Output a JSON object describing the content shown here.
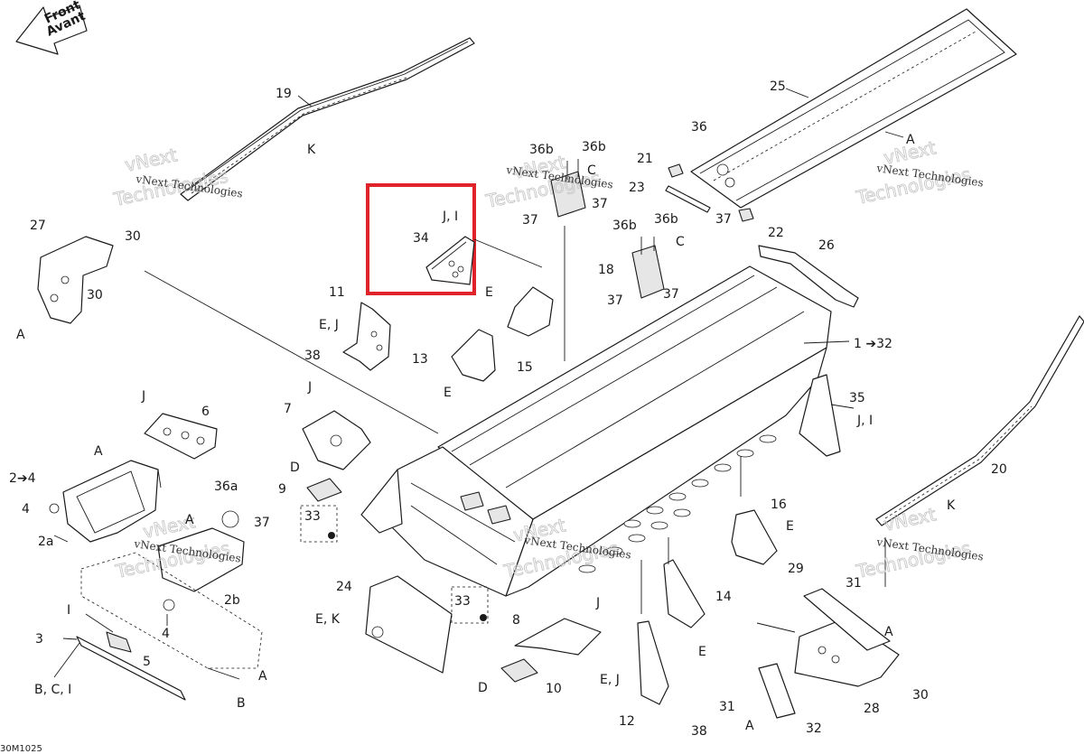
{
  "direction_arrow": {
    "line1": "Front",
    "line2": "Avant"
  },
  "figure_code": "30M1025",
  "highlight_color": "#e0232b",
  "watermark": {
    "line1": "vNext",
    "line2": "Technologies",
    "small": "vNext Technologies"
  },
  "labels": {
    "l19": "19",
    "lK_top": "K",
    "l25": "25",
    "lA_25": "A",
    "l36_top": "36",
    "l21": "21",
    "l23": "23",
    "l37_a": "37",
    "l22": "22",
    "l36b_1": "36b",
    "l36b_2": "36b",
    "lC_1": "C",
    "l37_b": "37",
    "l37_c": "37",
    "lJI_hl": "J, I",
    "l34": "34",
    "l36b_3": "36b",
    "l36b_4": "36b",
    "lC_2": "C",
    "l18": "18",
    "l37_d": "37",
    "l37_e": "37",
    "l27": "27",
    "l30_a": "30",
    "l30_b": "30",
    "lA_27": "A",
    "l26": "26",
    "l1_32": "1 ➔32",
    "l11": "11",
    "lEJ_11": "E, J",
    "l38_a": "38",
    "lE_15": "E",
    "l15": "15",
    "l13": "13",
    "lE_13": "E",
    "l35": "35",
    "lJI_35": "J, I",
    "lJ_6": "J",
    "l6": "6",
    "lJ_7": "J",
    "l7": "7",
    "lA_2": "A",
    "l2_4": "2➔4",
    "l4_a": "4",
    "l2a": "2a",
    "lD_9": "D",
    "l9": "9",
    "l33_a": "33",
    "l36a": "36a",
    "lA_36a": "A",
    "l37_f": "37",
    "l2b": "2b",
    "l4_b": "4",
    "lI_5": "I",
    "l5": "5",
    "l3": "3",
    "lBCI": "B, C, I",
    "lA_3": "A",
    "lB_3": "B",
    "l24": "24",
    "lEK_24": "E, K",
    "l33_b": "33",
    "l8": "8",
    "lJ_8": "J",
    "l10": "10",
    "lD_10": "D",
    "l16": "16",
    "lE_16": "E",
    "l14": "14",
    "lE_14": "E",
    "l12": "12",
    "lEJ_12": "E, J",
    "l38_b": "38",
    "l20": "20",
    "lK_20": "K",
    "l29": "29",
    "l31_a": "31",
    "lA_28": "A",
    "l31_b": "31",
    "l30_c": "30",
    "l28": "28",
    "lA_32": "A",
    "l32": "32"
  }
}
